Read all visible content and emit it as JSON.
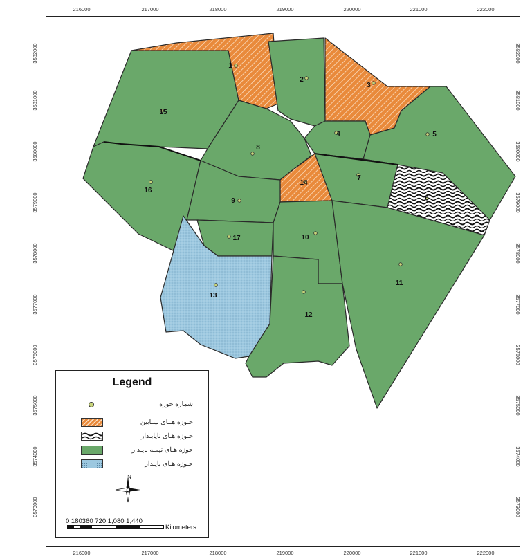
{
  "axes": {
    "x_ticks": [
      "216000",
      "217000",
      "218000",
      "219000",
      "220000",
      "221000",
      "222000"
    ],
    "y_ticks": [
      "3582000",
      "3581000",
      "3580000",
      "3579000",
      "3578000",
      "3577000",
      "3576000",
      "3575000",
      "3574000",
      "3573000"
    ]
  },
  "zones": [
    {
      "id": "1",
      "category": "critical"
    },
    {
      "id": "2",
      "category": "semi_stable"
    },
    {
      "id": "3",
      "category": "critical"
    },
    {
      "id": "4",
      "category": "semi_stable"
    },
    {
      "id": "5",
      "category": "semi_stable"
    },
    {
      "id": "6",
      "category": "unstable"
    },
    {
      "id": "7",
      "category": "semi_stable"
    },
    {
      "id": "8",
      "category": "semi_stable"
    },
    {
      "id": "9",
      "category": "semi_stable"
    },
    {
      "id": "10",
      "category": "semi_stable"
    },
    {
      "id": "11",
      "category": "semi_stable"
    },
    {
      "id": "12",
      "category": "semi_stable"
    },
    {
      "id": "13",
      "category": "stable"
    },
    {
      "id": "14",
      "category": "critical"
    },
    {
      "id": "15",
      "category": "semi_stable"
    },
    {
      "id": "16",
      "category": "semi_stable"
    },
    {
      "id": "17",
      "category": "semi_stable"
    }
  ],
  "colors": {
    "critical": "#e98a3b",
    "semi_stable": "#6aa86a",
    "stable": "#9cc8e0",
    "unstable": "#ffffff",
    "boundary": "#2a2a2a"
  },
  "legend": {
    "title": "Legend",
    "items": [
      {
        "type": "point",
        "label": "شماره حوزه"
      },
      {
        "type": "critical",
        "label": "حـوزه هــای بینـابین"
      },
      {
        "type": "unstable",
        "label": "حـوزه هـای ناپایـدار"
      },
      {
        "type": "semi_stable",
        "label": "حوزه هـای نیمـه پایـدار"
      },
      {
        "type": "stable",
        "label": "حـوزه هـای پایـدار"
      }
    ],
    "north_label": "N",
    "scale_labels": "0 180360    720  1,080 1,440",
    "scale_unit": "Kilometers"
  }
}
